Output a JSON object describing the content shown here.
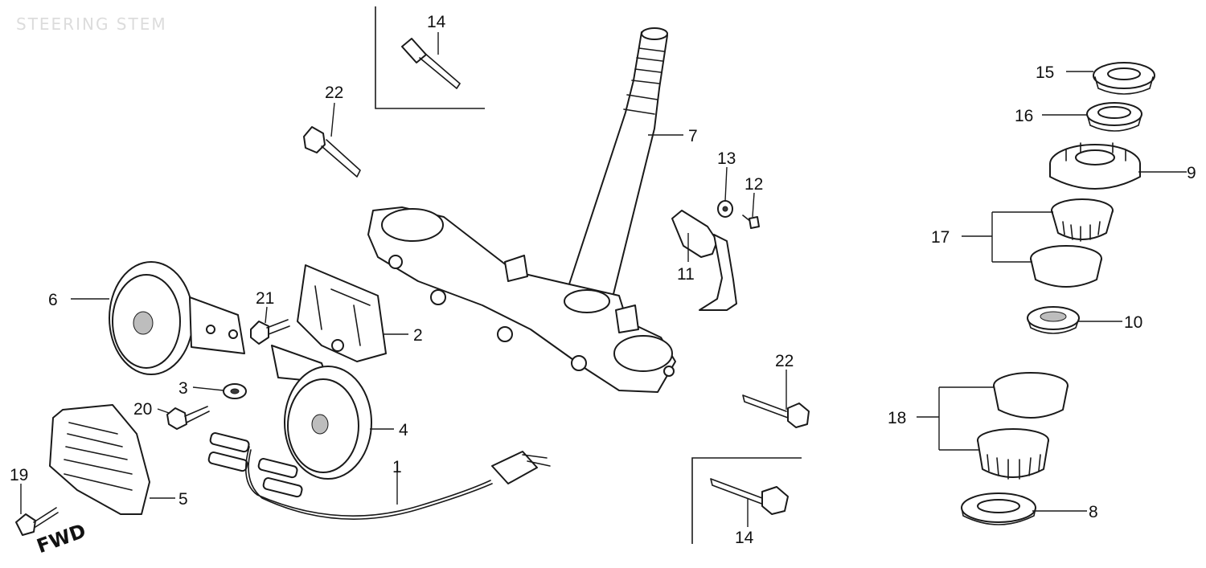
{
  "diagram_title": "STEERING STEM",
  "fwd_mark": "FWD",
  "callouts": [
    {
      "id": "c1",
      "label": "1"
    },
    {
      "id": "c2",
      "label": "2"
    },
    {
      "id": "c3",
      "label": "3"
    },
    {
      "id": "c4",
      "label": "4"
    },
    {
      "id": "c5",
      "label": "5"
    },
    {
      "id": "c6",
      "label": "6"
    },
    {
      "id": "c7",
      "label": "7"
    },
    {
      "id": "c8",
      "label": "8"
    },
    {
      "id": "c9",
      "label": "9"
    },
    {
      "id": "c10",
      "label": "10"
    },
    {
      "id": "c11",
      "label": "11"
    },
    {
      "id": "c12",
      "label": "12"
    },
    {
      "id": "c13",
      "label": "13"
    },
    {
      "id": "c14a",
      "label": "14"
    },
    {
      "id": "c14b",
      "label": "14"
    },
    {
      "id": "c15",
      "label": "15"
    },
    {
      "id": "c16",
      "label": "16"
    },
    {
      "id": "c17",
      "label": "17"
    },
    {
      "id": "c18",
      "label": "18"
    },
    {
      "id": "c19",
      "label": "19"
    },
    {
      "id": "c20",
      "label": "20"
    },
    {
      "id": "c21",
      "label": "21"
    },
    {
      "id": "c22a",
      "label": "22"
    },
    {
      "id": "c22b",
      "label": "22"
    }
  ]
}
